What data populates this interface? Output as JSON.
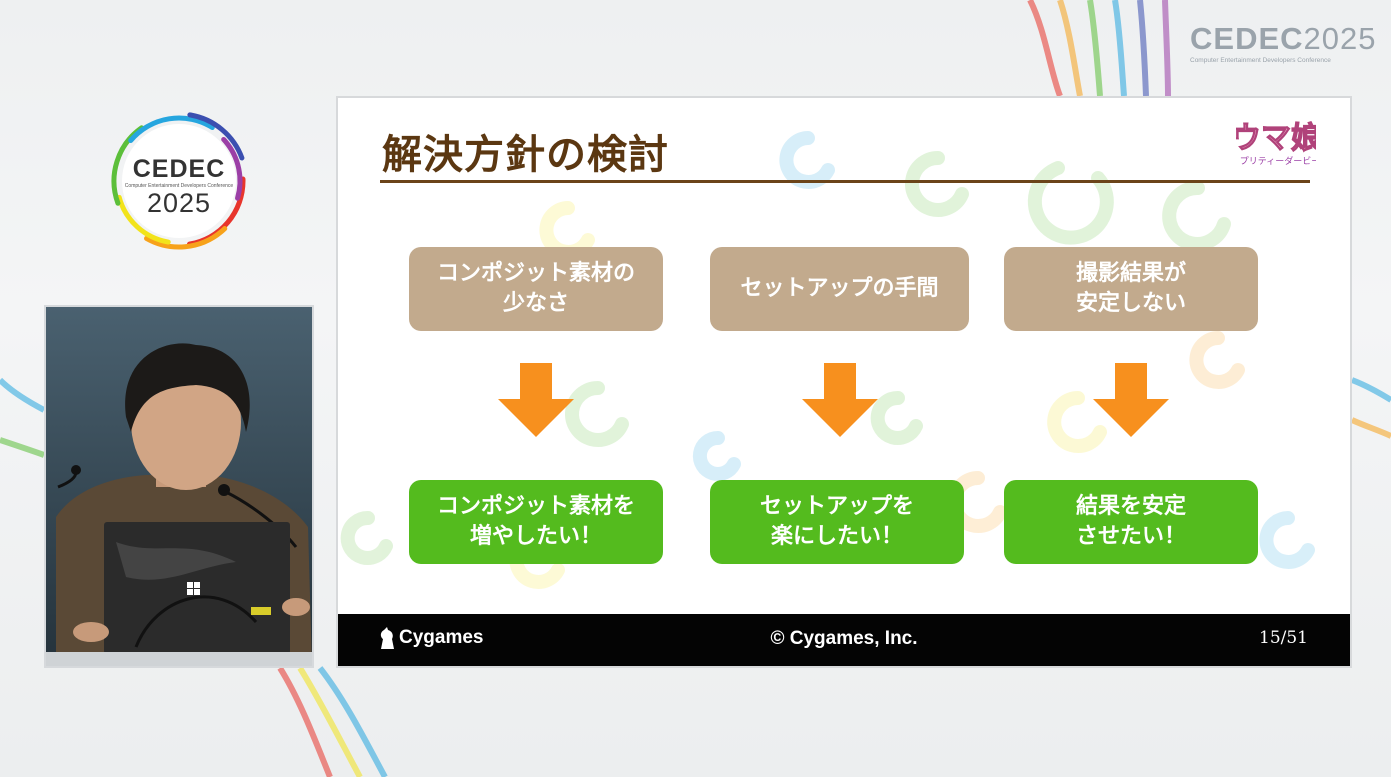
{
  "event": {
    "name": "CEDEC",
    "year": "2025",
    "tagline": "Computer Entertainment Developers Conference",
    "ring_colors": [
      "#e8352c",
      "#f7a21b",
      "#f2e31b",
      "#5cbf3a",
      "#26a6df",
      "#3b4fb0",
      "#9b3fa6"
    ]
  },
  "slide": {
    "title": "解決方針の検討",
    "title_color": "#5b3711",
    "game_logo_text": "ウマ娘",
    "game_logo_subtext": "プリティーダービー",
    "problems": [
      "コンポジット素材の\n少なさ",
      "セットアップの手間",
      "撮影結果が\n安定しない"
    ],
    "goals": [
      "コンポジット素材を\n増やしたい！",
      "セットアップを\n楽にしたい！",
      "結果を安定\nさせたい！"
    ],
    "colors": {
      "problem_box": "#c2aa8d",
      "goal_box": "#54bb1e",
      "arrow": "#f7901e",
      "footer": "#040404"
    },
    "footer": {
      "brand": "Cygames",
      "copyright": "© Cygames, Inc.",
      "page": "15/51"
    }
  },
  "speaker_video": {
    "icon": "windows-logo-icon"
  }
}
